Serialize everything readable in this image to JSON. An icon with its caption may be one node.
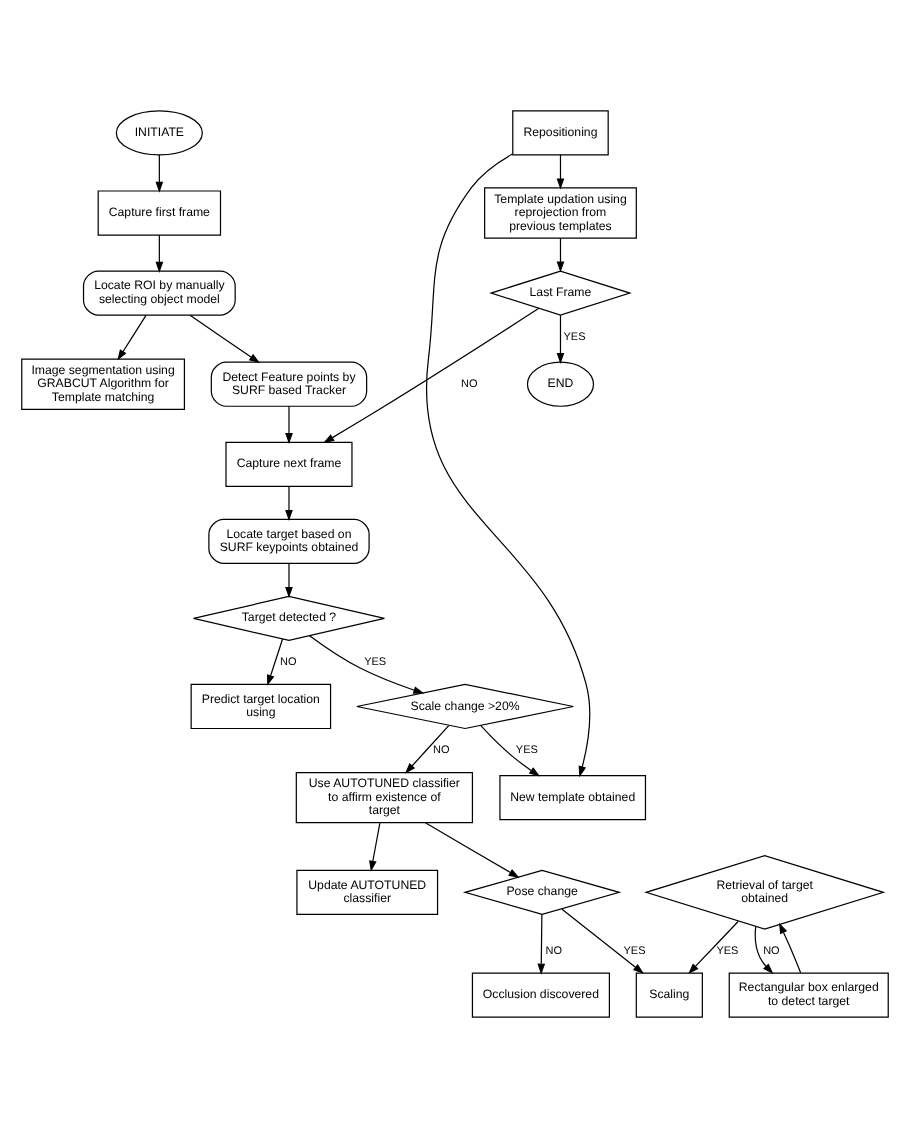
{
  "diagram": {
    "nodes": [
      {
        "text": [
          "INITIATE"
        ]
      },
      {
        "text": [
          "Capture first frame"
        ]
      },
      {
        "text": [
          "Image segmentation using GRABCUT Algorithm for Template matching"
        ]
      },
      {
        "text": [
          "Locate ROI by manually selecting object model"
        ]
      },
      {
        "text": [
          "Detect Feature points by SURF based Tracker"
        ]
      },
      {
        "text": [
          "Capture next frame"
        ]
      },
      {
        "text": [
          "Locate target based on SURF keypoints obtained"
        ]
      },
      {
        "text": [
          "Target detected ?"
        ]
      },
      {
        "text": [
          "Predict target location using"
        ]
      },
      {
        "text": [
          "Scale change >20%"
        ]
      },
      {
        "text": [
          "Use AUTOTUNED classifier to affirm existence of target"
        ]
      },
      {
        "text": [
          "Update AUTOTUNED classifier"
        ]
      },
      {
        "text": [
          "New template obtained"
        ]
      },
      {
        "text": [
          "Pose change"
        ]
      },
      {
        "text": [
          "Occlusion discovered"
        ]
      },
      {
        "text": [
          "Template updation using reprojection from previous templates"
        ]
      },
      {
        "text": [
          "Repositioning"
        ]
      },
      {
        "text": [
          "Scaling"
        ]
      },
      {
        "text": [
          "Rectangular box enlarged to detect target"
        ]
      },
      {
        "text": [
          "Last Frame"
        ]
      },
      {
        "text": [
          "Retrieval of target obtained"
        ]
      },
      {
        "text": [
          "END"
        ]
      }
    ],
    "edges": [
      {
        "from": 0,
        "to": 1,
        "arrow": "to"
      },
      {
        "from": 1,
        "to": 3,
        "arrow": "to"
      },
      {
        "from": 3,
        "to": 2,
        "arrow": "to"
      },
      {
        "from": 3,
        "to": 4,
        "arrow": "to"
      },
      {
        "from": 4,
        "to": 5,
        "arrow": "to"
      },
      {
        "from": 5,
        "to": 6,
        "arrow": "to"
      },
      {
        "from": 6,
        "to": 7,
        "arrow": "to"
      },
      {
        "from": 7,
        "to": 9,
        "arrow": "to",
        "label": "YES"
      },
      {
        "from": 7,
        "to": 8,
        "arrow": "to",
        "label": "NO"
      },
      {
        "from": 9,
        "to": 10,
        "arrow": "to",
        "label": "NO"
      },
      {
        "from": 9,
        "to": 12,
        "arrow": "to",
        "label": "YES"
      },
      {
        "from": 10,
        "to": 11,
        "arrow": "to"
      },
      {
        "from": 10,
        "to": 13,
        "arrow": "to"
      },
      {
        "from": 13,
        "to": 14,
        "arrow": "to",
        "label": "NO"
      },
      {
        "from": 13,
        "to": 17,
        "arrow": "to",
        "label": "YES"
      },
      {
        "from": 16,
        "to": 12,
        "arrow": "to"
      },
      {
        "from": 16,
        "to": 15,
        "arrow": "to"
      },
      {
        "from": 15,
        "to": 19,
        "arrow": "to"
      },
      {
        "from": 19,
        "to": 5,
        "arrow": "to",
        "label": "NO"
      },
      {
        "from": 19,
        "to": 21,
        "arrow": "to",
        "label": "YES"
      },
      {
        "from": 18,
        "to": 20,
        "arrow": "to"
      },
      {
        "from": 20,
        "to": 17,
        "arrow": "to",
        "label": "YES"
      },
      {
        "from": 20,
        "to": 18,
        "arrow": "to",
        "label": "NO"
      }
    ]
  }
}
